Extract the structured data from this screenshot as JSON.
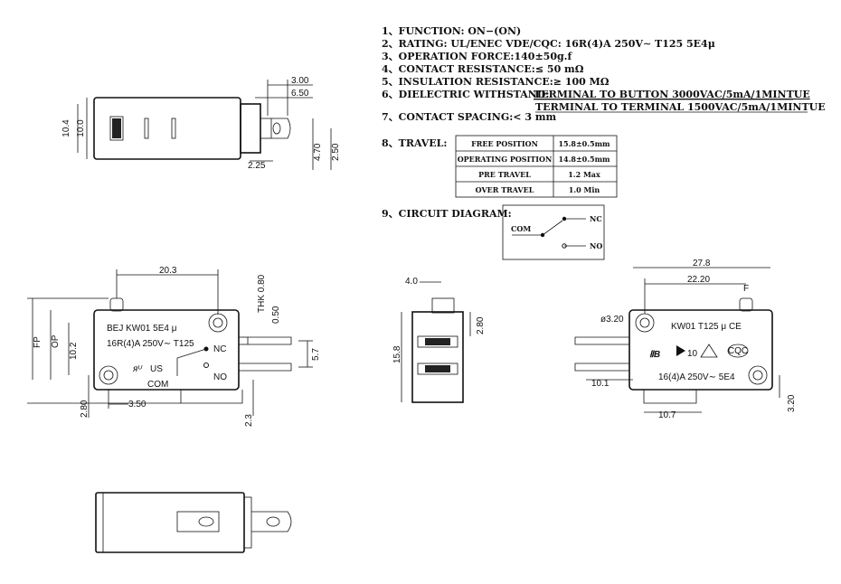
{
  "specs": {
    "s1": "1、FUNCTION: ON−(ON)",
    "s2": "2、RATING:  UL/ENEC VDE/CQC:    16R(4)A 250V∼  T125  5E4μ",
    "s3": "3、OPERATION  FORCE:140±50g.f",
    "s4": "4、CONTACT RESISTANCE:≤ 50  mΩ",
    "s5": "5、INSULATION  RESISTANCE:≥ 100  MΩ",
    "s6_label": "6、DIELECTRIC  WITHSTAND:",
    "s6_line1": "TERMINAL  TO  BUTTON  3000VAC/5mA/1MINTUE",
    "s6_line2": "TERMINAL  TO  TERMINAL  1500VAC/5mA/1MINTUE",
    "s7": "7、CONTACT SPACING:< 3  mm",
    "s8": "8、TRAVEL:",
    "s9": "9、CIRCUIT  DIAGRAM:"
  },
  "travel_table": [
    {
      "label": "FREE  POSITION",
      "value": "15.8±0.5mm"
    },
    {
      "label": "OPERATING  POSITION",
      "value": "14.8±0.5mm"
    },
    {
      "label": "PRE  TRAVEL",
      "value": "1.2  Max"
    },
    {
      "label": "OVER  TRAVEL",
      "value": "1.0  Min"
    }
  ],
  "circuit": {
    "com": "COM",
    "nc": "NC",
    "no": "NO"
  },
  "dims": {
    "top_w": "3.00",
    "top_650": "6.50",
    "top_104": "10.4",
    "top_100": "10.0",
    "top_225": "2.25",
    "top_470": "4.70",
    "top_250": "2.50",
    "front_203": "20.3",
    "front_thk": "THK 0.80",
    "front_050": "0.50",
    "front_57": "5.7",
    "front_fp": "FP",
    "front_op": "OP",
    "front_102": "10.2",
    "front_280": "2.80",
    "front_350": "3.50",
    "front_23": "2.3",
    "side_40": "4.0",
    "side_280": "2.80",
    "side_158": "15.8",
    "rear_278": "27.8",
    "rear_2220": "22.20",
    "rear_f": "F",
    "rear_320": "ø3.20",
    "rear_101": "10.1",
    "rear_107": "10.7",
    "rear_320b": "3.20"
  },
  "markings": {
    "front_model": "BEJ  KW01   5E4  μ",
    "front_rating": "16R(4)A  250V∼  T125",
    "front_nc": "NC",
    "front_no": "NO",
    "front_com": "COM",
    "front_us": "US",
    "rear_model": "KW01 T125 μ  CE",
    "rear_rating": "16(4)A 250V∼ 5E4",
    "rear_cqc": "CQC",
    "rear_10": "10"
  }
}
